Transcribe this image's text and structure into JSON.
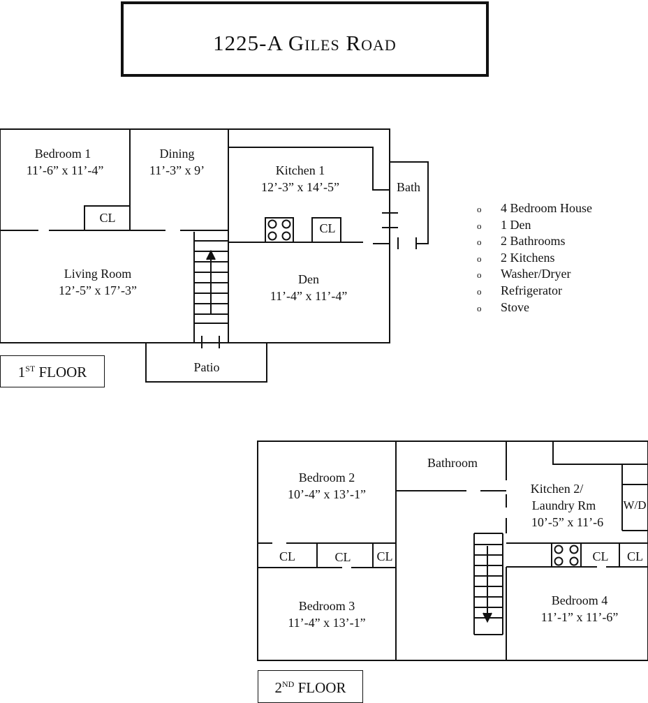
{
  "title": "1225-A Giles Road",
  "floor1": {
    "label_num": "1",
    "label_sup": "ST",
    "label_word": "FLOOR",
    "rooms": {
      "bedroom1": {
        "name": "Bedroom 1",
        "dims": "11’-6” x 11’-4”"
      },
      "dining": {
        "name": "Dining",
        "dims": "11’-3” x 9’"
      },
      "kitchen1": {
        "name": "Kitchen 1",
        "dims": "12’-3” x 14’-5”"
      },
      "bath": {
        "name": "Bath"
      },
      "living": {
        "name": "Living Room",
        "dims": "12’-5” x 17’-3”"
      },
      "den": {
        "name": "Den",
        "dims": "11’-4” x 11’-4”"
      },
      "patio": {
        "name": "Patio"
      },
      "closet1": {
        "name": "CL"
      },
      "closet2": {
        "name": "CL"
      }
    }
  },
  "floor2": {
    "label_num": "2",
    "label_sup": "ND",
    "label_word": "FLOOR",
    "rooms": {
      "bedroom2": {
        "name": "Bedroom 2",
        "dims": "10’-4” x 13’-1”"
      },
      "bathroom": {
        "name": "Bathroom"
      },
      "kitchen2": {
        "name_line1": "Kitchen 2/",
        "name_line2": "Laundry Rm",
        "dims": "10’-5” x 11’-6"
      },
      "wd": {
        "name": "W/D"
      },
      "bedroom3": {
        "name": "Bedroom 3",
        "dims": "11’-4” x 13’-1”"
      },
      "bedroom4": {
        "name": "Bedroom 4",
        "dims": "11’-1” x 11’-6”"
      },
      "closet_a": {
        "name": "CL"
      },
      "closet_b": {
        "name": "CL"
      },
      "closet_c": {
        "name": "CL"
      },
      "closet_d": {
        "name": "CL"
      },
      "closet_e": {
        "name": "CL"
      }
    }
  },
  "features": {
    "bullet": "o",
    "items": [
      "4 Bedroom House",
      "1 Den",
      "2 Bathrooms",
      "2 Kitchens",
      "Washer/Dryer",
      "Refrigerator",
      "Stove"
    ]
  }
}
